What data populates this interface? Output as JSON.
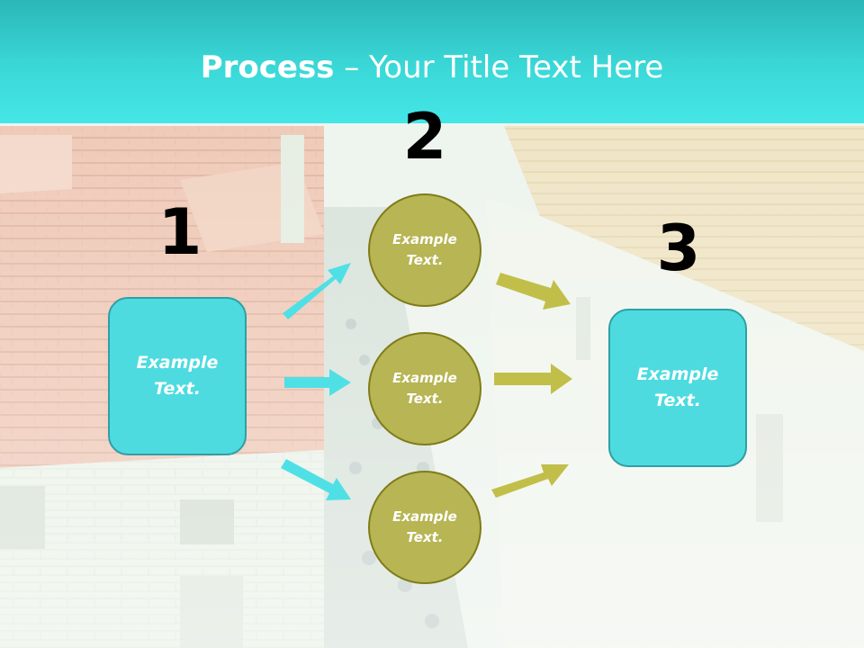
{
  "title": {
    "bold": "Process",
    "rest": " – Your Title Text Here"
  },
  "steps": {
    "step1_number": "1",
    "step2_number": "2",
    "step3_number": "3"
  },
  "left_box": {
    "text": "Example\nText."
  },
  "middle_circles": [
    {
      "text": "Example\nText."
    },
    {
      "text": "Example\nText."
    },
    {
      "text": "Example\nText."
    }
  ],
  "right_box": {
    "text": "Example\nText."
  },
  "colors": {
    "title_band": "#3bd8d8",
    "box_fill": "#4ddbe0",
    "circle_fill": "#b7b554",
    "arrow_left": "#4fe0e6",
    "arrow_right": "#c1bf4a"
  }
}
